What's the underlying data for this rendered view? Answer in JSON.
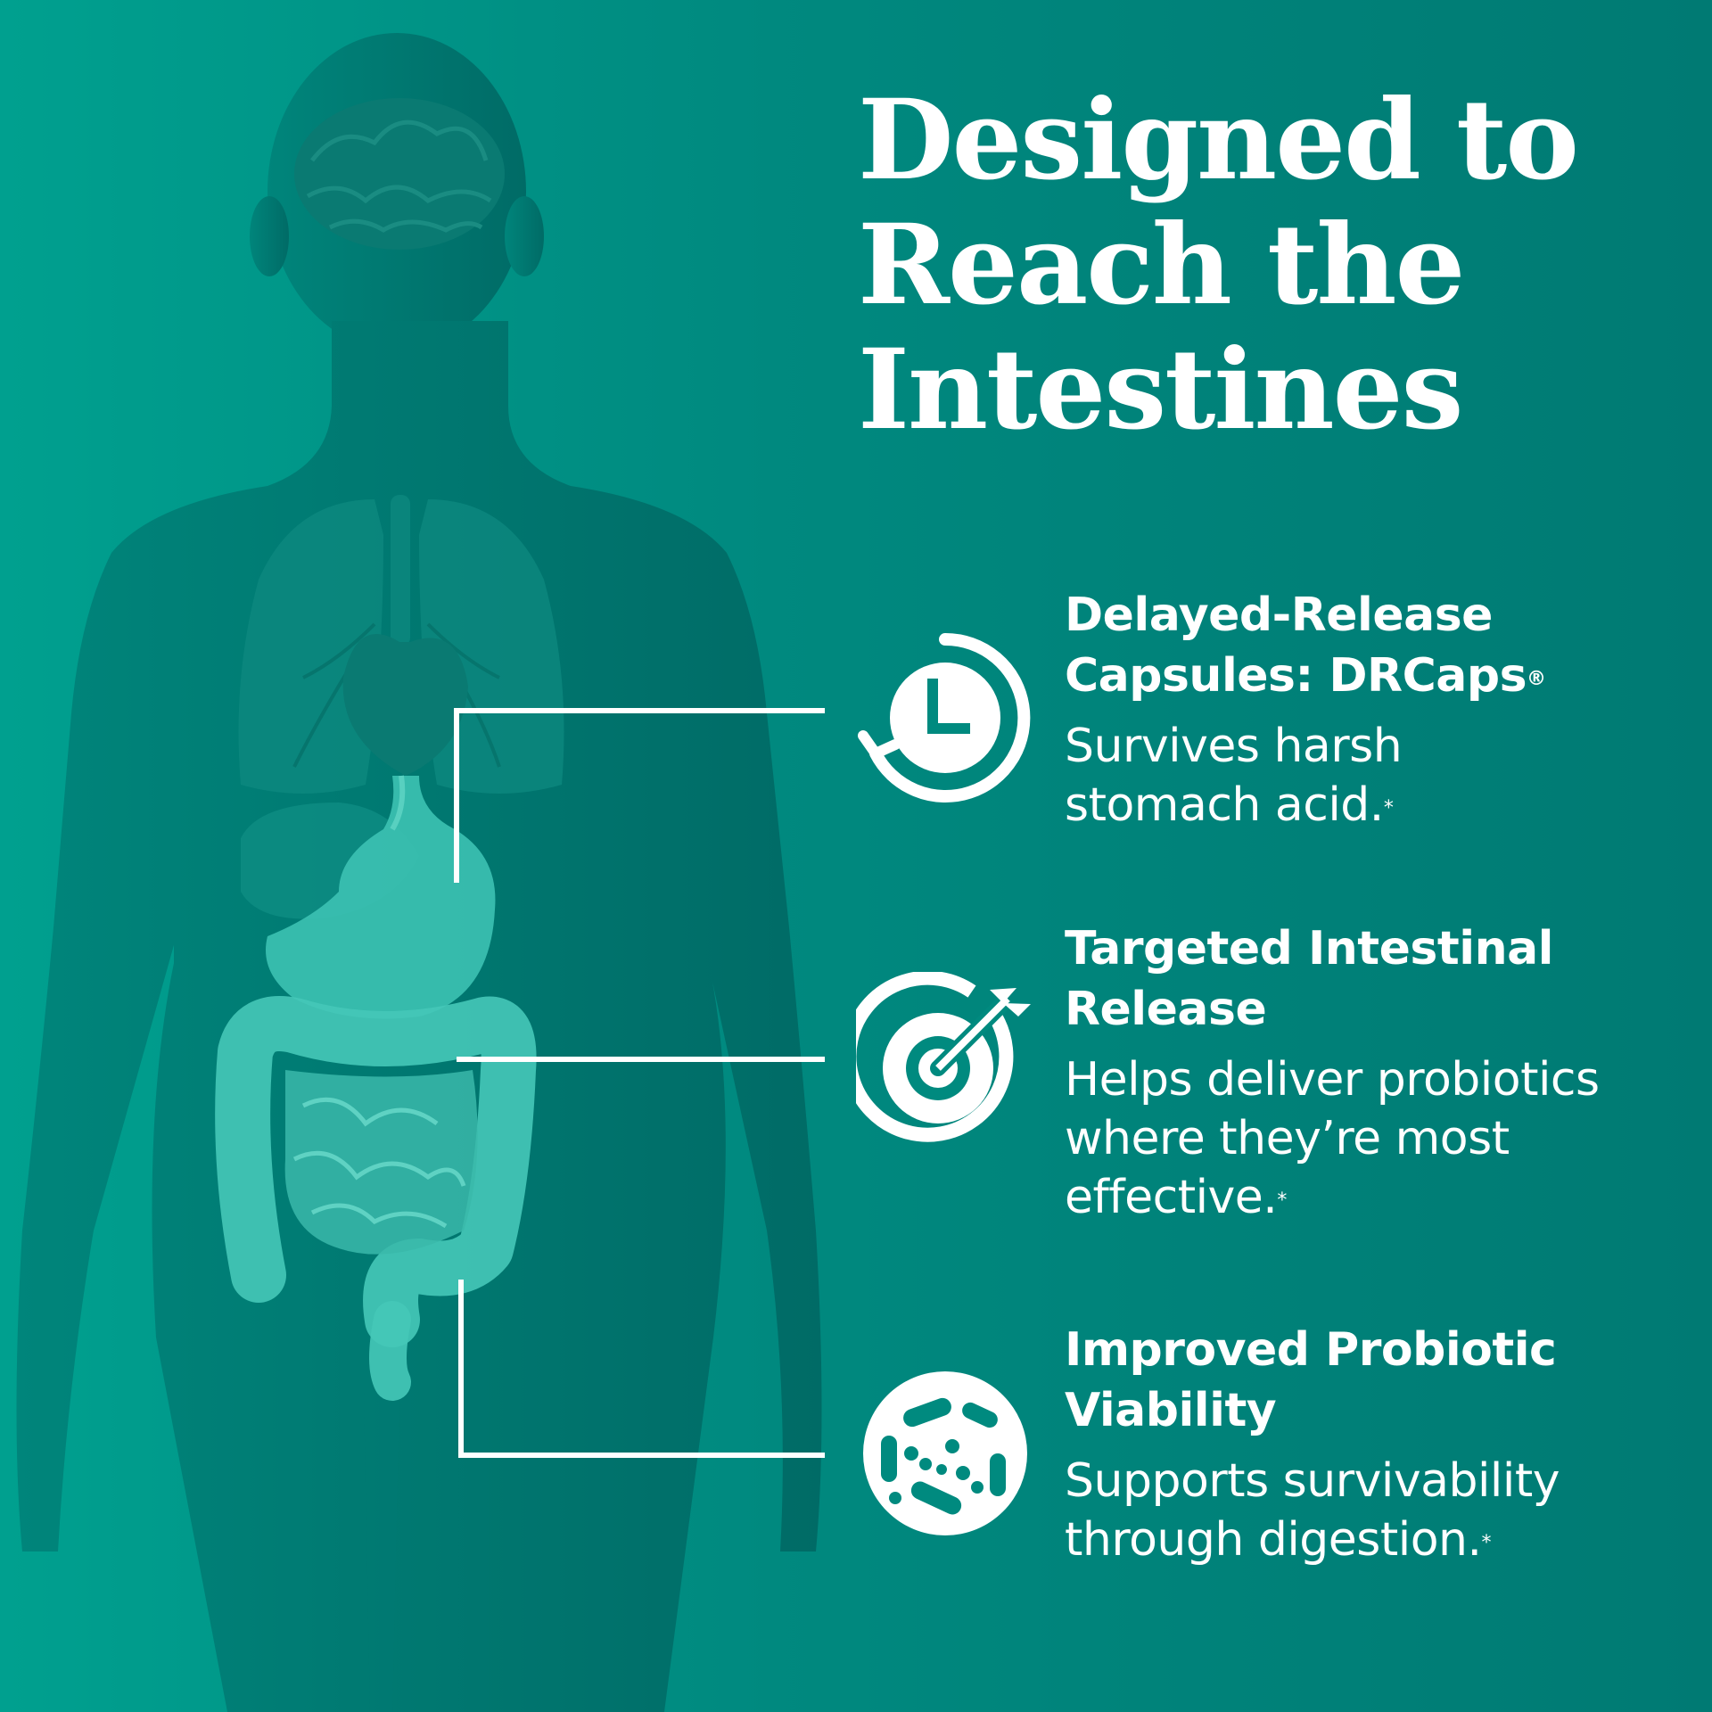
{
  "title": {
    "line1": "Designed to",
    "line2": "Reach the",
    "line3": "Intestines"
  },
  "features": [
    {
      "heading_line1": "Delayed-Release",
      "heading_line2": "Capsules: DRCaps",
      "heading_mark": "®",
      "body_line1": "Survives harsh",
      "body_line2": "stomach acid.",
      "body_mark": "*",
      "icon": "clock-icon"
    },
    {
      "heading_line1": "Targeted Intestinal",
      "heading_line2": "Release",
      "body_line1": "Helps deliver probiotics",
      "body_line2": "where they’re most",
      "body_line3": "effective.",
      "body_mark": "*",
      "icon": "target-icon"
    },
    {
      "heading_line1": "Improved Probiotic",
      "heading_line2": "Viability",
      "body_line1": "Supports survivability",
      "body_line2": "through digestion.",
      "body_mark": "*",
      "icon": "bacteria-icon"
    }
  ],
  "colors": {
    "background_left": "#00a08f",
    "background_right": "#007a73",
    "silhouette": "#00766f",
    "organs": "#3cc2b2",
    "text": "#ffffff"
  }
}
